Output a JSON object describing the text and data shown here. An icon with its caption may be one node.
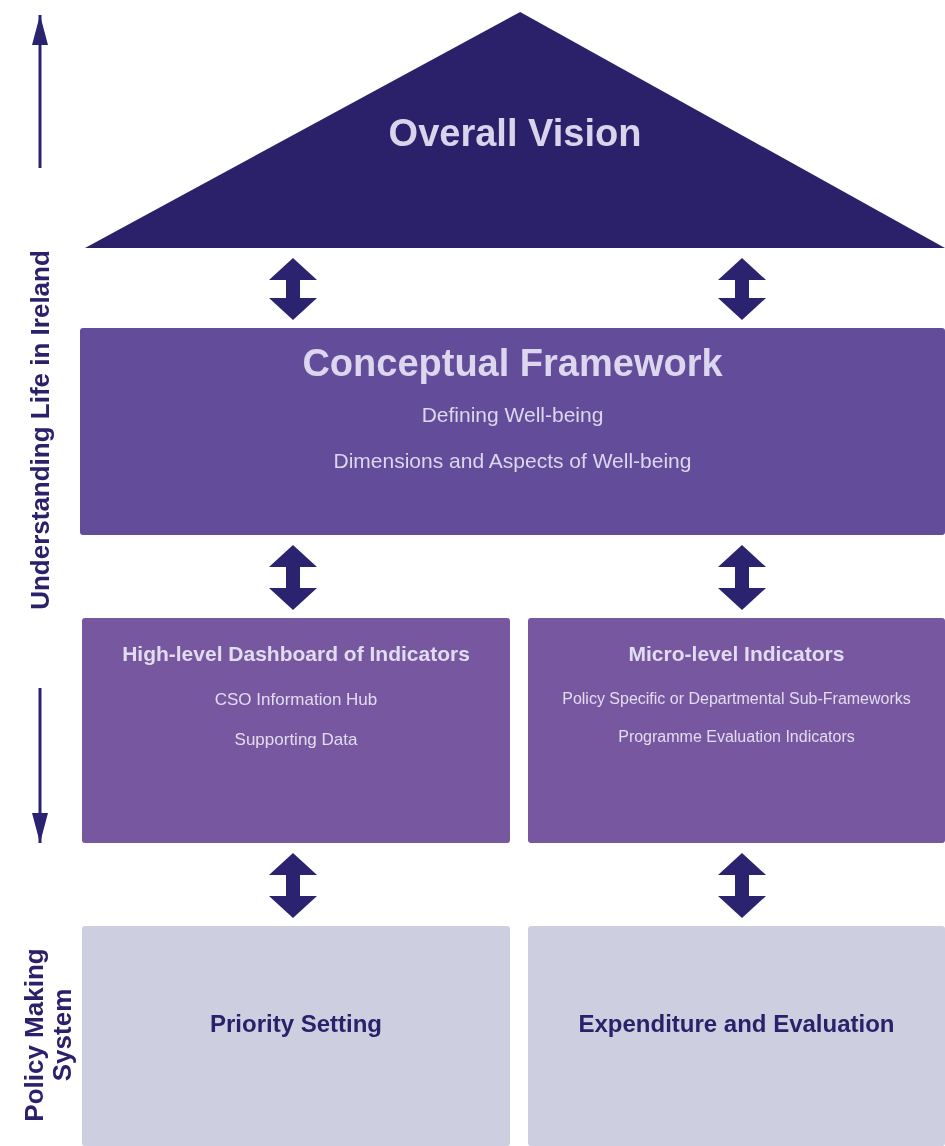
{
  "diagram": {
    "nodes": [
      {
        "text": [
          "Overall Vision"
        ]
      },
      {
        "text": [
          "Conceptual Framework",
          "Defining Well-being",
          "Dimensions and Aspects of Well-being"
        ]
      },
      {
        "text": [
          "High-level Dashboard of Indicators",
          "CSO Information Hub",
          "Supporting Data"
        ]
      },
      {
        "text": [
          "Micro-level Indicators",
          "Policy Specific or Departmental Sub-Frameworks",
          "Programme Evaluation Indicators"
        ]
      },
      {
        "text": [
          "Priority Setting"
        ]
      },
      {
        "text": [
          "Expenditure and Evaluation"
        ]
      }
    ],
    "edges": [
      {
        "from": 0,
        "to": 1,
        "arrow": "both"
      },
      {
        "from": 0,
        "to": 1,
        "arrow": "both"
      },
      {
        "from": 1,
        "to": 2,
        "arrow": "both"
      },
      {
        "from": 1,
        "to": 3,
        "arrow": "both"
      },
      {
        "from": 2,
        "to": 4,
        "arrow": "both"
      },
      {
        "from": 3,
        "to": 5,
        "arrow": "both"
      }
    ],
    "labels": [
      "Understanding Life in Ireland",
      "Policy Making System"
    ]
  }
}
